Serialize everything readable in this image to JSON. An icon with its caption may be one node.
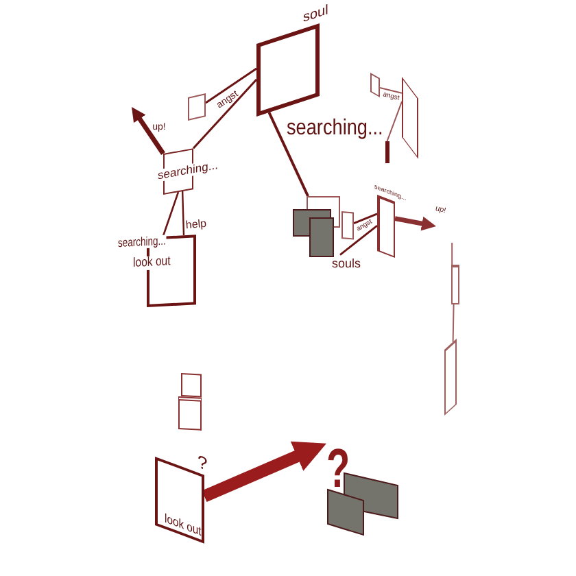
{
  "diagram": {
    "nodes": [
      {
        "text": [
          "soul"
        ],
        "beside": [
          "searching..."
        ]
      },
      {
        "text": [],
        "shape": "box"
      },
      {
        "text": [],
        "shape": "box"
      },
      {
        "text": [],
        "shape": "box"
      },
      {
        "text": [],
        "shape": "bar"
      },
      {
        "text": [
          "searching..."
        ]
      },
      {
        "text": [
          "searching...",
          "look out"
        ]
      },
      {
        "text": [],
        "shape": "picture",
        "beside": [
          "souls"
        ]
      },
      {
        "text": [],
        "shape": "box"
      },
      {
        "text": [
          "searching..."
        ]
      },
      {
        "text": [],
        "shape": "box"
      },
      {
        "text": [],
        "shape": "box"
      },
      {
        "text": [],
        "shape": "box"
      },
      {
        "text": [],
        "shape": "box"
      },
      {
        "text": [
          "?",
          "look out"
        ]
      },
      {
        "text": [
          "?"
        ]
      }
    ],
    "edges": [
      {
        "from": 0,
        "to": 1,
        "arrow": "none",
        "label": "angst"
      },
      {
        "from": 0,
        "to": 5,
        "arrow": "none"
      },
      {
        "from": 5,
        "to": null,
        "arrow": "to",
        "label": "up!",
        "style": "thick"
      },
      {
        "from": 5,
        "to": 6,
        "arrow": "none"
      },
      {
        "from": 5,
        "to": 6,
        "arrow": "none",
        "label": "help"
      },
      {
        "from": 3,
        "to": 2,
        "arrow": "none",
        "label": "angst"
      },
      {
        "from": 3,
        "to": 4,
        "arrow": "none"
      },
      {
        "from": 0,
        "to": 7,
        "arrow": "none"
      },
      {
        "from": 8,
        "to": 9,
        "arrow": "none",
        "label": "angst"
      },
      {
        "from": 7,
        "to": 9,
        "arrow": "none"
      },
      {
        "from": 9,
        "to": null,
        "arrow": "to",
        "label": "up!",
        "style": "thick"
      },
      {
        "from": 10,
        "to": null,
        "arrow": "none"
      },
      {
        "from": 10,
        "to": 11,
        "arrow": "none"
      },
      {
        "from": 14,
        "to": 15,
        "arrow": "to",
        "style": "thick",
        "color": "#9b1c1c"
      }
    ]
  }
}
